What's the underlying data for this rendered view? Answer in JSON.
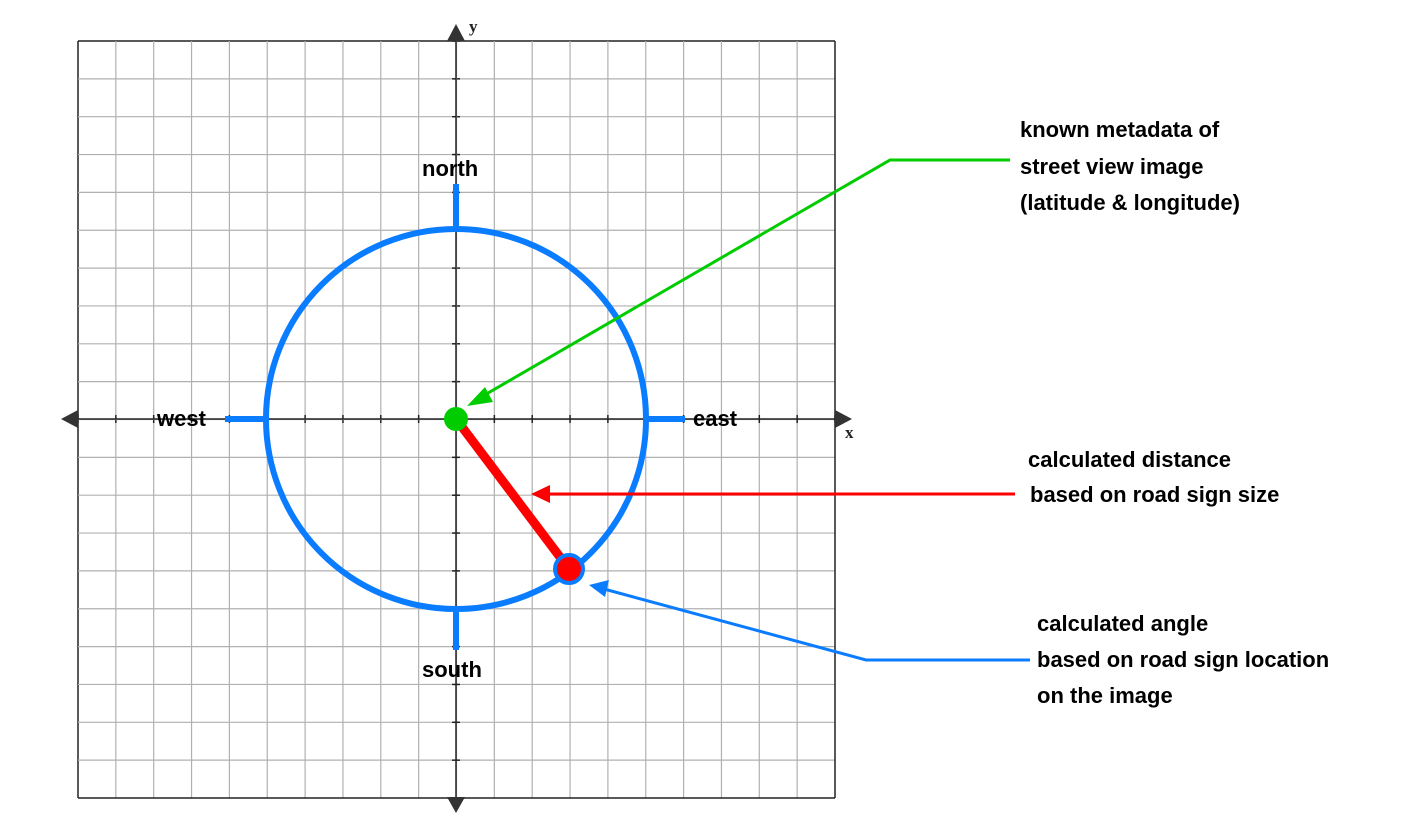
{
  "axes": {
    "x_label": "x",
    "y_label": "y"
  },
  "directions": {
    "north": "north",
    "south": "south",
    "east": "east",
    "west": "west"
  },
  "annotations": {
    "origin": [
      "known metadata of",
      "street view image",
      "(latitude & longitude)"
    ],
    "distance": [
      "calculated distance",
      "based on road sign size"
    ],
    "angle": [
      "calculated angle",
      "based on road sign location",
      "on the image"
    ]
  },
  "colors": {
    "circle": "#0a7cff",
    "origin": "#00cc00",
    "distance": "#ff0000",
    "grid": "#b0b0b0"
  },
  "grid": {
    "cells": 20,
    "sign_position_cells": [
      3,
      -4
    ]
  }
}
